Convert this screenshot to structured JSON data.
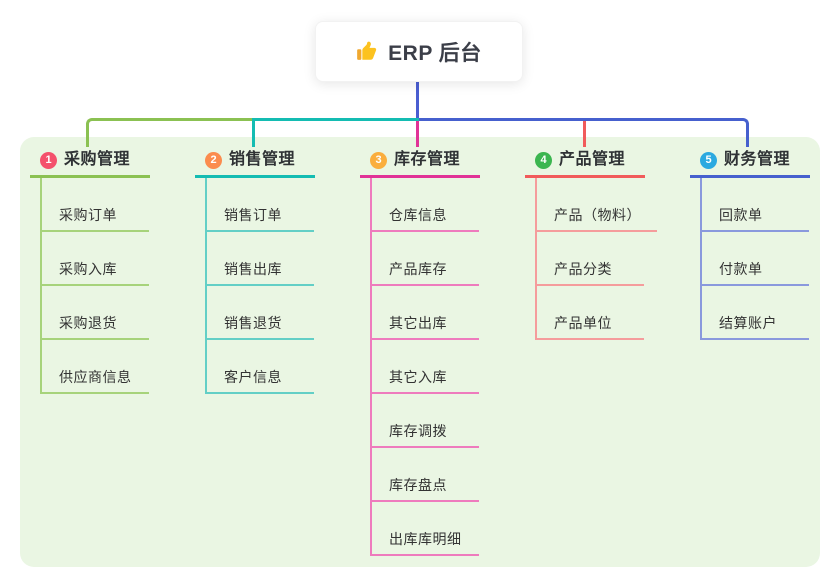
{
  "root": {
    "label": "ERP 后台",
    "icon": "thumbs-up-icon",
    "stem_color": "#4a5ed1"
  },
  "panel": {
    "background": "#eaf6e3"
  },
  "branches": [
    {
      "num": "1",
      "label": "采购管理",
      "badge_color": "#f4516c",
      "line_color": "#8bc152",
      "child_line_color": "#a7d37b",
      "children": [
        "采购订单",
        "采购入库",
        "采购退货",
        "供应商信息"
      ]
    },
    {
      "num": "2",
      "label": "销售管理",
      "badge_color": "#fb8c4e",
      "line_color": "#14bcb2",
      "child_line_color": "#63cfc6",
      "children": [
        "销售订单",
        "销售出库",
        "销售退货",
        "客户信息"
      ]
    },
    {
      "num": "3",
      "label": "库存管理",
      "badge_color": "#faae3d",
      "line_color": "#e13397",
      "child_line_color": "#ee7bbd",
      "children": [
        "仓库信息",
        "产品库存",
        "其它出库",
        "其它入库",
        "库存调拨",
        "库存盘点",
        "出库库明细"
      ]
    },
    {
      "num": "4",
      "label": "产品管理",
      "badge_color": "#3cb650",
      "line_color": "#f15b5b",
      "child_line_color": "#f59c9c",
      "children": [
        "产品（物料）",
        "产品分类",
        "产品单位"
      ]
    },
    {
      "num": "5",
      "label": "财务管理",
      "badge_color": "#2ba9e0",
      "line_color": "#4660ce",
      "child_line_color": "#8a99dd",
      "children": [
        "回款单",
        "付款单",
        "结算账户"
      ]
    }
  ]
}
